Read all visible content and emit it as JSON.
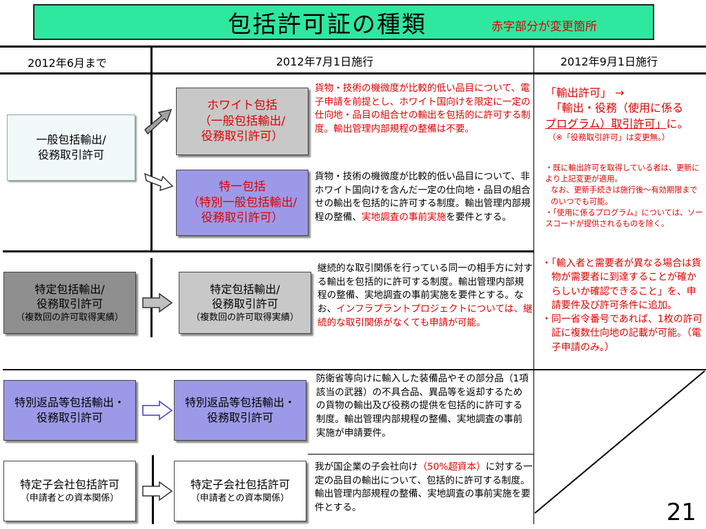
{
  "title": "包括許可証の種類",
  "title_note": "赤字部分が変更箇所",
  "columns": {
    "col1": "2012年6月まで",
    "col2": "2012年7月1日施行",
    "col3": "2012年9月1日施行"
  },
  "row1": {
    "left_box_l1": "一般包括輸出/",
    "left_box_l2": "役務取引許可",
    "white": {
      "l1": "ホワイト包括",
      "l2": "（一般包括輸出/",
      "l3": "役務取引許可）",
      "desc": "貨物・技術の機微度が比較的低い品目について、電子申請を前提とし、ホワイト国向けを限定に一定の仕向地・品目の組合せの輸出を包括的に許可する制度。輸出管理内部規程の整備は不要。"
    },
    "tokuichi": {
      "l1": "特一包括",
      "l2": "（特別一般包括輸出/",
      "l3": "役務取引許可）",
      "desc_a": "貨物・技術の機微度が比較的低い品目について、非ホワイト国向けを含んだ一定の仕向地・品目の組合せの輸出を包括的に許可する制度。輸出管理内部規程の整備、",
      "desc_b": "実地調査の事前実施",
      "desc_c": "を要件とする。"
    },
    "sept": {
      "a1": "「輸出許可」 →",
      "a2": "「輸出・役務（使用に係る",
      "a3": "プログラム）取引許可」",
      "a4": "に。",
      "a5": "（※「役務取引許可」は変更無。）",
      "b1": "・既に輸出許可を取得している者は、更新により上記変更が適用。",
      "b2": "なお、更新手続きは施行後～有効期限までのいつでも可能。",
      "b3": "・「使用に係るプログラム」については、ソースコードが提供されるものを除く。"
    }
  },
  "row2": {
    "left_l1": "特定包括輸出/",
    "left_l2": "役務取引許可",
    "left_l3": "（複数回の許可取得実績）",
    "mid_l1": "特定包括輸出/",
    "mid_l2": "役務取引許可",
    "mid_l3": "（複数回の許可取得実績）",
    "desc_a": "継続的な取引関係を行っている同一の相手方に対する輸出を包括的に許可する制度。輸出管理内部規程の整備、実地調査の事前実施を要件とする。なお、",
    "desc_b": "インフラプラントプロジェクトについては、継続的な取引関係がなくても申請が可能。",
    "sept_1": "・「輸入者と需要者が異なる場合は貨物が需要者に到達することが確からしいか確認できること」を、申請要件及び許可条件に追加。",
    "sept_2": "・同一省令番号であれば、1枚の許可証に複数仕向地の記載が可能。（電子申請のみ。）"
  },
  "row3": {
    "left_l1": "特別返品等包括輸出・",
    "left_l2": "役務取引許可",
    "mid_l1": "特別返品等包括輸出・",
    "mid_l2": "役務取引許可",
    "desc": "防衛省等向けに輸入した装備品やその部分品（1項該当の武器）の不具合品、異品等を返却するための貨物の輸出及び役務の提供を包括的に許可する制度。輸出管理内部規程の整備、実地調査の事前実施が申請要件。"
  },
  "row4": {
    "left_l1": "特定子会社包括許可",
    "left_l2": "（申請者との資本関係）",
    "mid_l1": "特定子会社包括許可",
    "mid_l2": "（申請者との資本関係）",
    "desc_a": "我が国企業の子会社向け",
    "desc_b": "（50%超資本）",
    "desc_c": "に対する一定の品目の輸出について、包括的に許可する制度。輸出管理内部規程の整備、実地調査の事前実施を要件とする。"
  },
  "page_number": "21",
  "colors": {
    "title_bg": "#2ee8a0",
    "red": "#e00000",
    "lavender": "#9c9ae8",
    "gray": "#c8c8c8",
    "dark_gray": "#8f8f8f"
  }
}
